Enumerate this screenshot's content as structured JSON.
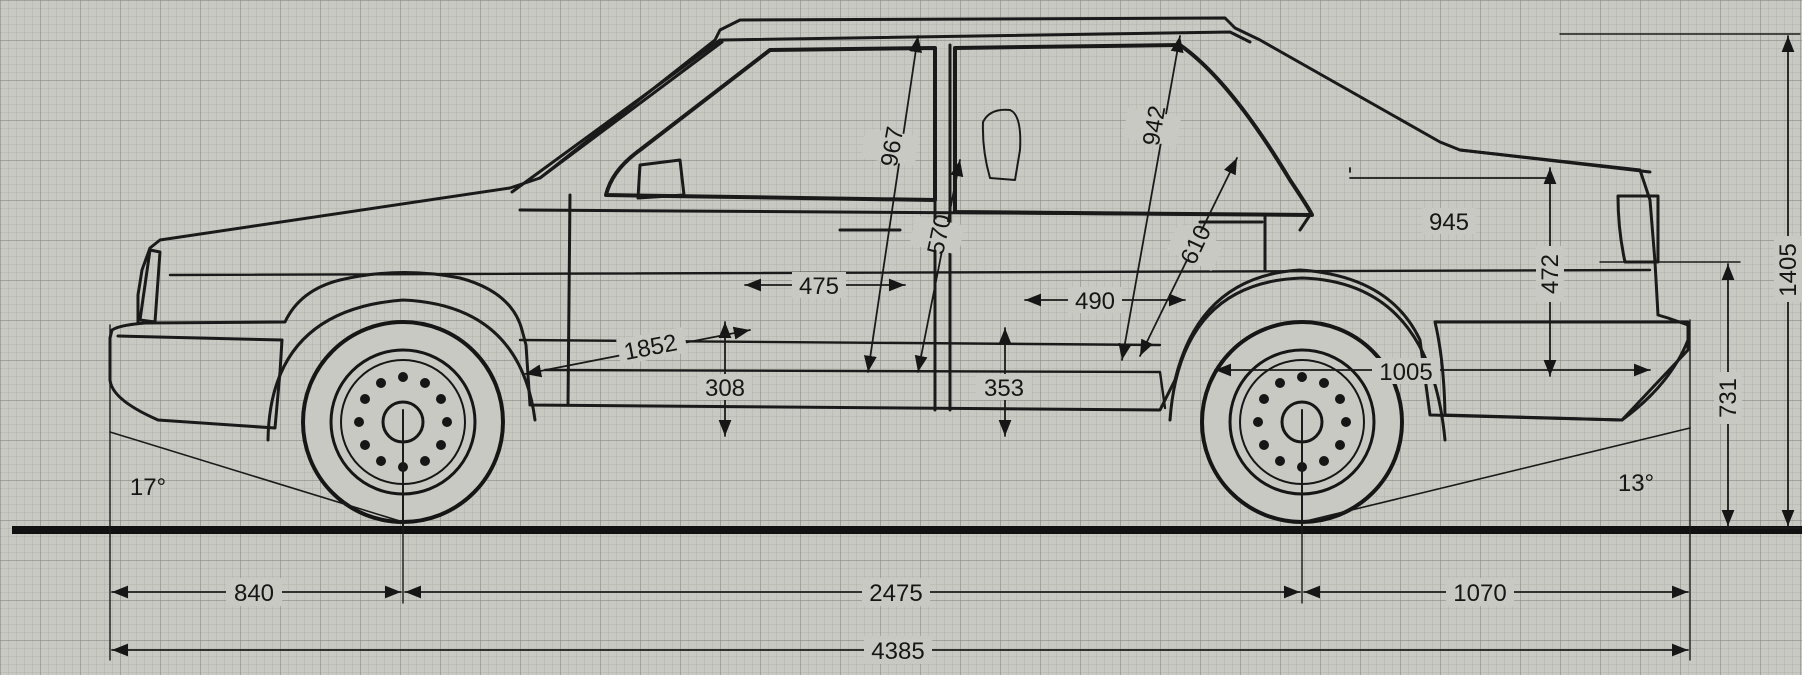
{
  "colors": {
    "paper": "#c9c9c3",
    "grid_minor": "#a9a9a3",
    "grid_major": "#8a8a84",
    "ink": "#161616"
  },
  "drawing": {
    "subject": "hatchback car side-elevation dimension blueprint on graph paper",
    "units": "mm",
    "dimensions": {
      "front_overhang": "840",
      "wheelbase": "2475",
      "rear_overhang": "1070",
      "overall_length": "4385",
      "overall_height": "1405",
      "rear_bumper_height": "731",
      "approach_angle": "17°",
      "departure_angle": "13°",
      "front_headroom": "967",
      "rear_headroom": "942",
      "front_seat_height": "570",
      "rear_seat_height": "610",
      "front_cushion_depth": "475",
      "rear_cushion_depth": "490",
      "front_floor_height": "308",
      "rear_floor_height": "353",
      "pedal_to_rear_seatback": "1852",
      "boot_length": "945",
      "boot_height": "472",
      "boot_floor_length": "1005"
    }
  }
}
